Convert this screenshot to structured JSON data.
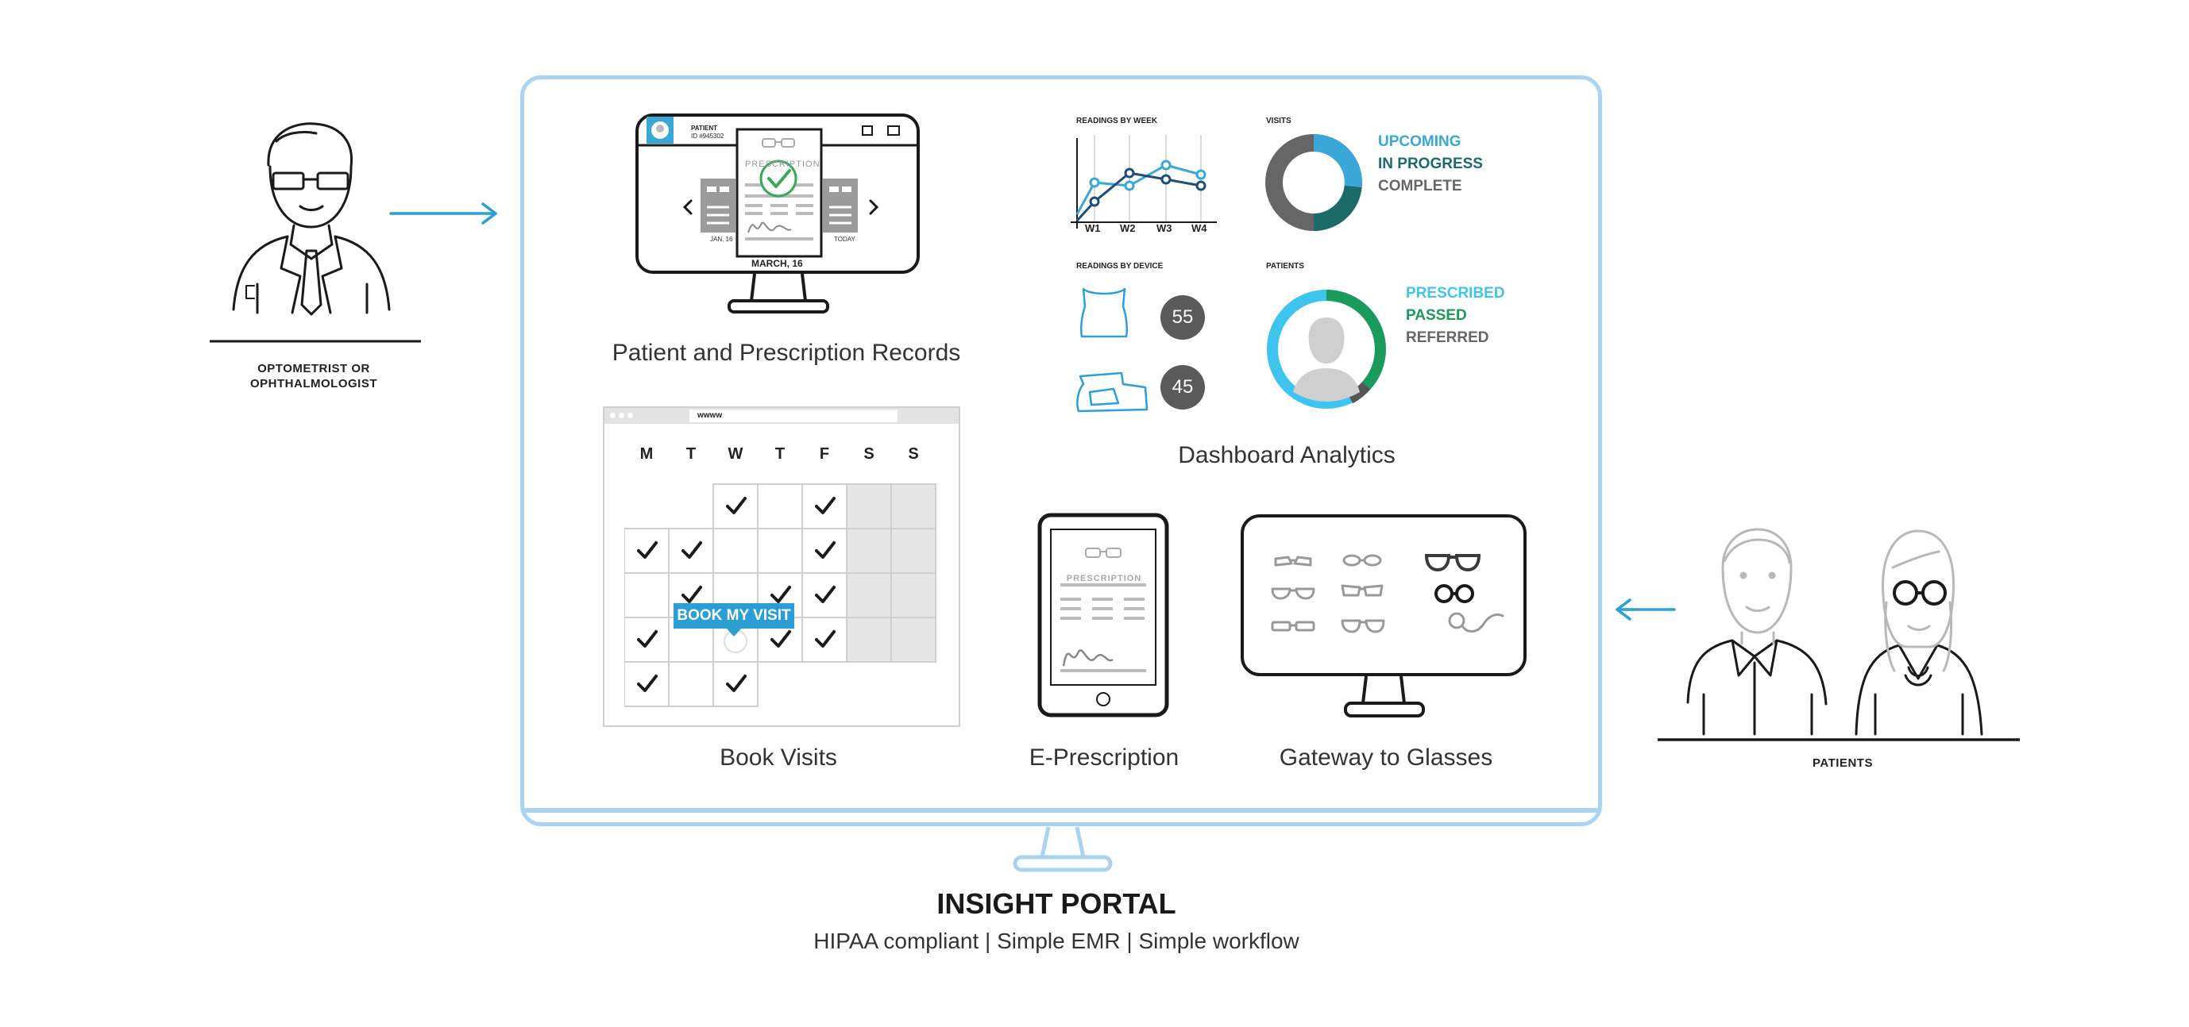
{
  "actors": {
    "doctor_label_line1": "OPTOMETRIST OR",
    "doctor_label_line2": "OPHTHALMOLOGIST",
    "patients_label": "PATIENTS"
  },
  "portal": {
    "title": "INSIGHT PORTAL",
    "subtitle": "HIPAA compliant | Simple EMR | Simple workflow"
  },
  "records": {
    "caption": "Patient and  Prescription Records",
    "patient_label": "PATIENT",
    "patient_id": "ID #945302",
    "card_title": "PRESCRIPTION",
    "left_date": "JAN, 16",
    "center_date": "MARCH, 16",
    "right_date": "TODAY"
  },
  "dashboard": {
    "caption": "Dashboard Analytics",
    "readings_week_title": "READINGS BY WEEK",
    "weeks": [
      "W1",
      "W2",
      "W3",
      "W4"
    ],
    "visits_title": "VISITS",
    "visits_legend": [
      "UPCOMING",
      "IN PROGRESS",
      "COMPLETE"
    ],
    "readings_device_title": "READINGS BY DEVICE",
    "device_counts": [
      "55",
      "45"
    ],
    "patients_title": "PATIENTS",
    "patients_legend": [
      "PRESCRIBED",
      "PASSED",
      "REFERRED"
    ]
  },
  "calendar": {
    "caption": "Book Visits",
    "url": "wwww",
    "days": [
      "M",
      "T",
      "W",
      "T",
      "F",
      "S",
      "S"
    ],
    "book_button": "BOOK MY VISIT"
  },
  "eprescription": {
    "caption": "E-Prescription",
    "card_title": "PRESCRIPTION"
  },
  "glasses": {
    "caption": "Gateway to Glasses"
  },
  "colors": {
    "portal_frame": "#a9d3ee",
    "arrow": "#2a9fd8",
    "blue": "#3aa7d9",
    "navy": "#1f4e79",
    "teal": "#1c6b6b",
    "gray": "#666666",
    "green": "#1a9a5b",
    "cyan": "#3ec5ef",
    "book_button": "#2b9fd3"
  }
}
